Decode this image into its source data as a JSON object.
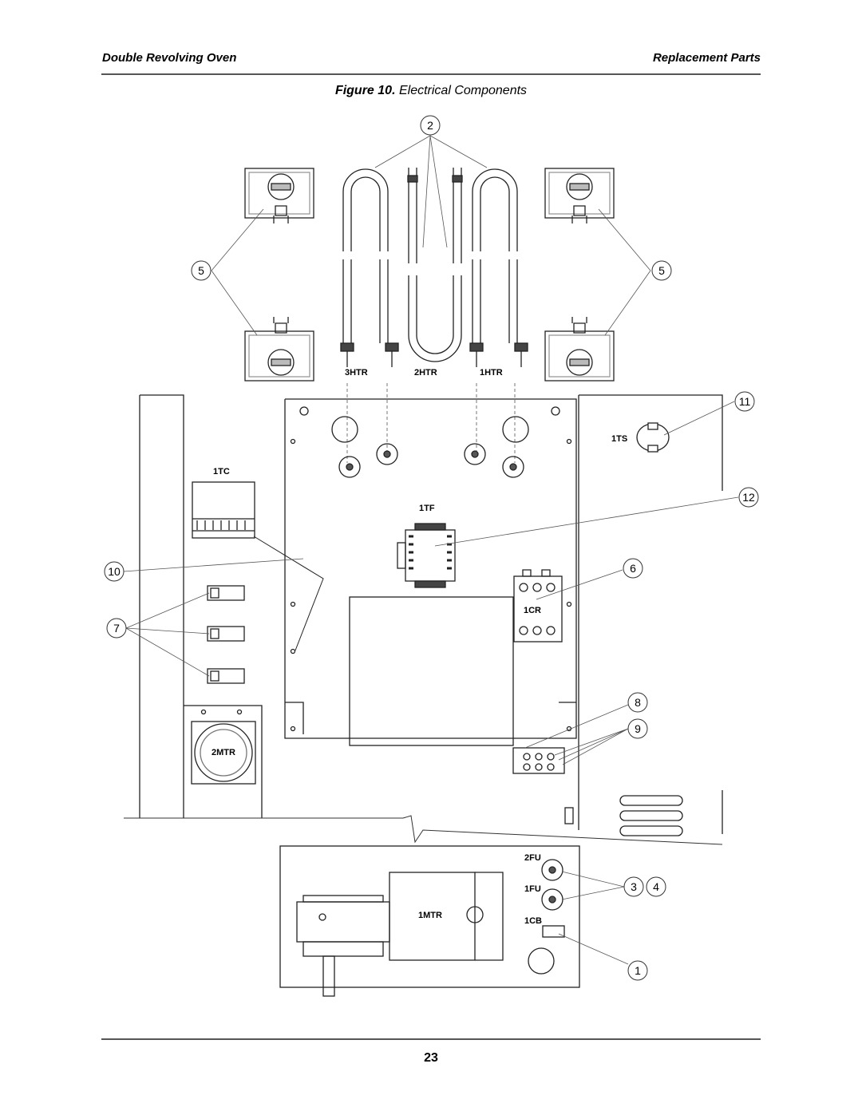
{
  "header": {
    "left": "Double Revolving Oven",
    "right": "Replacement Parts"
  },
  "caption": {
    "prefix": "Figure 10.",
    "text": "Electrical Components"
  },
  "page_number": "23",
  "callouts": {
    "c1": "1",
    "c2": "2",
    "c3": "3",
    "c4": "4",
    "c5": "5",
    "c6": "6",
    "c7": "7",
    "c8": "8",
    "c9": "9",
    "c10": "10",
    "c11": "11",
    "c12": "12"
  },
  "labels": {
    "htr3": "3HTR",
    "htr2": "2HTR",
    "htr1": "1HTR",
    "ts1": "1TS",
    "tc1": "1TC",
    "tf1": "1TF",
    "cr1": "1CR",
    "mtr2": "2MTR",
    "mtr1": "1MTR",
    "fu2": "2FU",
    "fu1": "1FU",
    "cb1": "1CB"
  }
}
